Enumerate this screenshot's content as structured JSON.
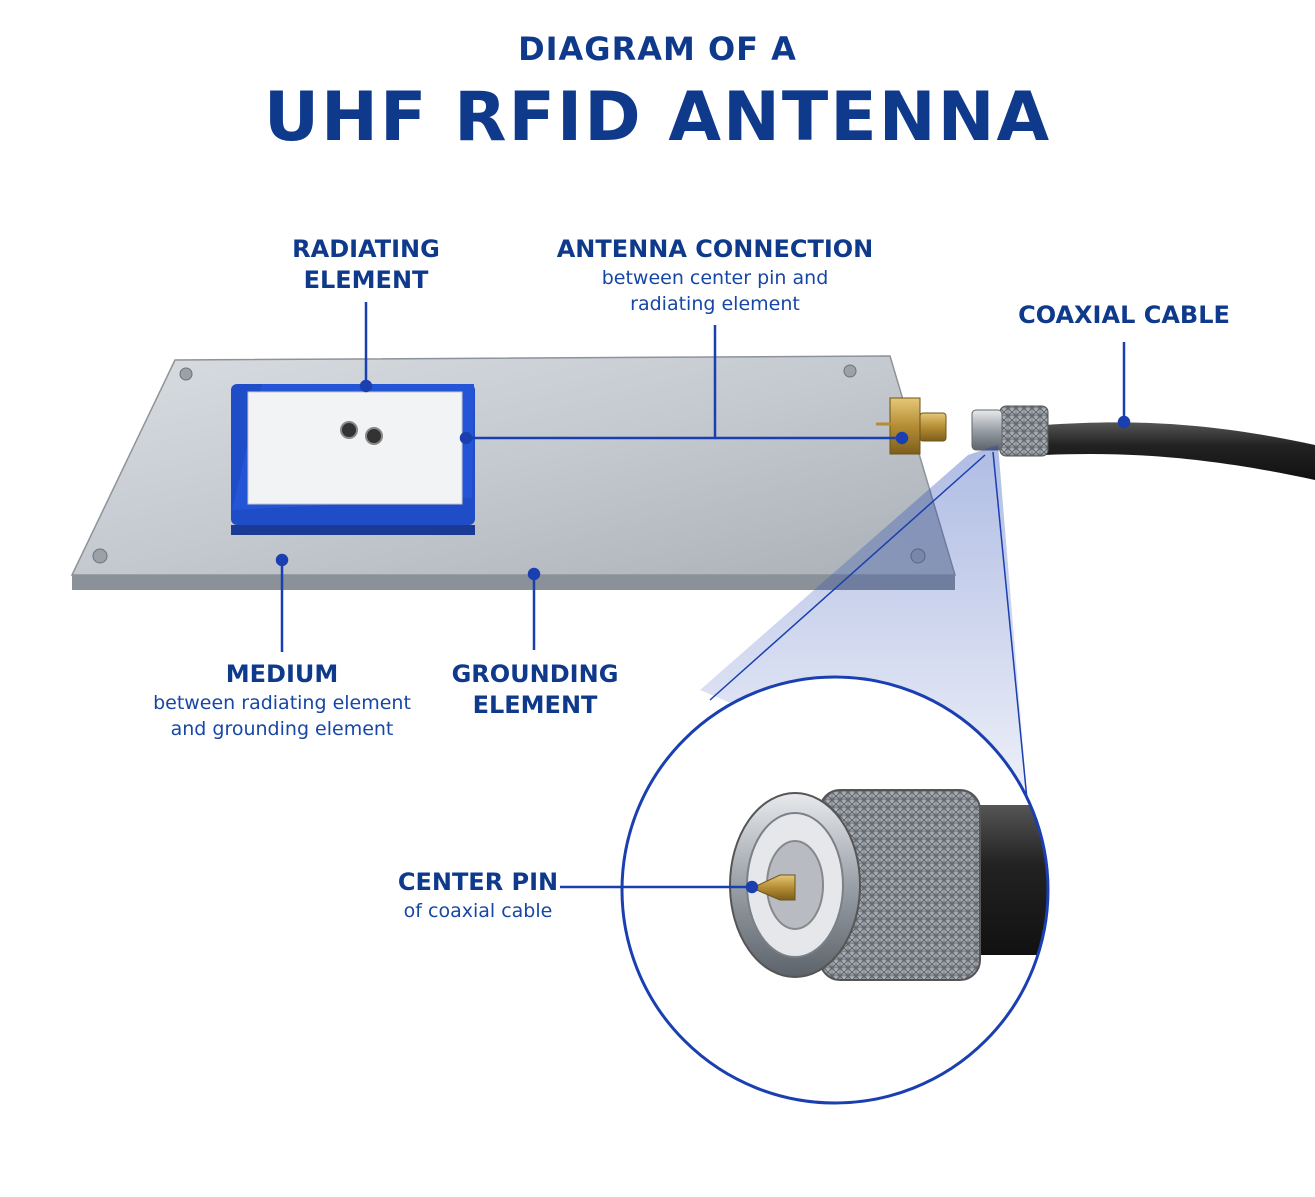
{
  "title": {
    "line1": "DIAGRAM OF A",
    "line2": "UHF RFID ANTENNA"
  },
  "labels": {
    "radiating_element": {
      "line1": "RADIATING",
      "line2": "ELEMENT"
    },
    "antenna_connection": {
      "heading": "ANTENNA CONNECTION",
      "sub1": "between center pin and",
      "sub2": "radiating element"
    },
    "coaxial_cable": {
      "heading": "COAXIAL CABLE"
    },
    "medium": {
      "heading": "MEDIUM",
      "sub1": "between radiating element",
      "sub2": "and grounding element"
    },
    "grounding_element": {
      "line1": "GROUNDING",
      "line2": "ELEMENT"
    },
    "center_pin": {
      "heading": "CENTER PIN",
      "sub": "of coaxial cable"
    }
  },
  "colors": {
    "label_blue": "#0f3a8c",
    "line_blue": "#1a3fb0",
    "plate_gray": "#c6cbd1",
    "patch_blue": "#2250c8"
  }
}
